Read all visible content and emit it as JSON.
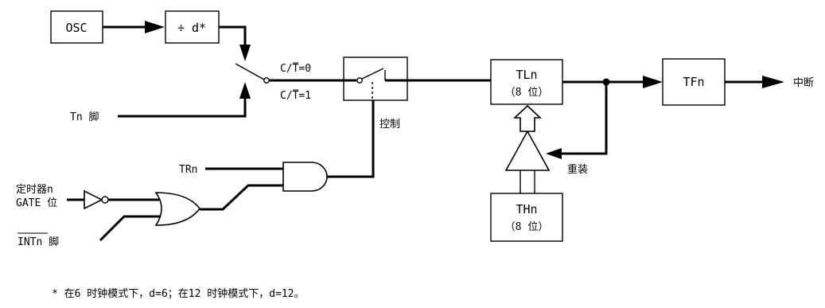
{
  "blocks": {
    "osc": "OSC",
    "divider": "÷ d*",
    "tln_line1": "TLn",
    "tln_line2": "（8  位）",
    "tfn": "TFn",
    "thn_line1": "THn",
    "thn_line2": "（8  位）"
  },
  "labels": {
    "ct0": "C/T=0",
    "ct1": "C/T=1",
    "tn_pin": "Tn 脚",
    "control": "控制",
    "trn": "TRn",
    "timer_n": "定时器n",
    "gate_bit": "GATE 位",
    "intn_pin": "INTn 脚",
    "reload": "重装",
    "interrupt": "中断"
  },
  "footnote": "*  在6 时钟模式下，d=6；在12 时钟模式下，d=12。"
}
